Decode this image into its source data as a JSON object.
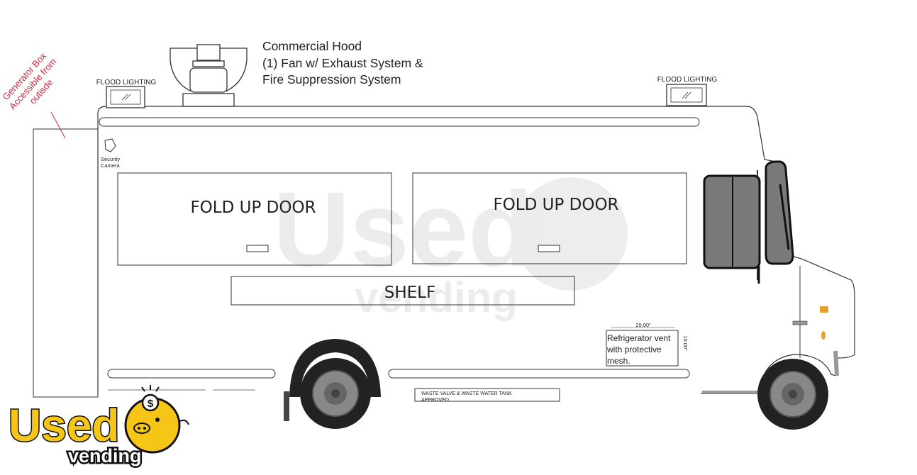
{
  "labels": {
    "hood_line1": "Commercial Hood",
    "hood_line2": "(1) Fan w/ Exhaust System &",
    "hood_line3": "Fire Suppression System",
    "flood_left": "FLOOD LIGHTING",
    "flood_right": "FLOOD LIGHTING",
    "generator_line1": "Generator Box",
    "generator_line2": "Accessible from",
    "generator_line3": "outisde",
    "camera_line1": "Security",
    "camera_line2": "Camera",
    "door_left": "FOLD UP DOOR",
    "door_right": "FOLD UP DOOR",
    "shelf": "SHELF",
    "vent_width": "20.00\"",
    "vent_height": "10.00\"",
    "vent_line1": "Refrigerator vent",
    "vent_line2": "with protective",
    "vent_line3": "mesh.",
    "waste_line1": "WASTE VALVE & WASTE WATER TANK",
    "waste_line2": "APPROVED"
  },
  "logo": {
    "word1": "Used",
    "word2": "vending",
    "coin_symbol": "$"
  },
  "colors": {
    "annotation_red": "#c8283c",
    "logo_yellow": "#f5c518",
    "window_gray": "#7a7a7a",
    "tire": "#222222",
    "marker_orange": "#e8a030"
  }
}
